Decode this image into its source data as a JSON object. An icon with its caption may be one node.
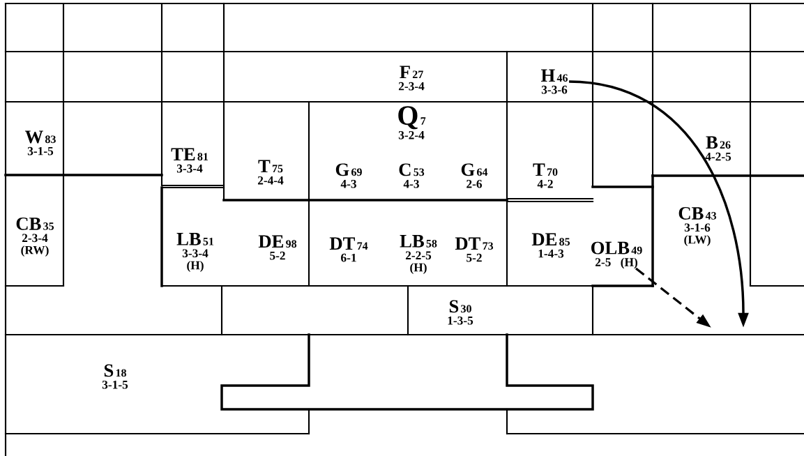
{
  "diagram": {
    "nodes": [
      {
        "text": [
          "F",
          "27",
          "2-3-4"
        ]
      },
      {
        "text": [
          "H",
          "46",
          "3-3-6"
        ]
      },
      {
        "text": [
          "Q",
          "7",
          "3-2-4"
        ]
      },
      {
        "text": [
          "W",
          "83",
          "3-1-5"
        ]
      },
      {
        "text": [
          "TE",
          "81",
          "3-3-4"
        ]
      },
      {
        "text": [
          "B",
          "26",
          "4-2-5"
        ]
      },
      {
        "text": [
          "T",
          "75",
          "2-4-4"
        ]
      },
      {
        "text": [
          "G",
          "69",
          "4-3"
        ]
      },
      {
        "text": [
          "C",
          "53",
          "4-3"
        ]
      },
      {
        "text": [
          "G",
          "64",
          "2-6"
        ]
      },
      {
        "text": [
          "T",
          "70",
          "4-2"
        ]
      },
      {
        "text": [
          "CB",
          "35",
          "2-3-4",
          "(RW)"
        ]
      },
      {
        "text": [
          "CB",
          "43",
          "3-1-6",
          "(LW)"
        ]
      },
      {
        "text": [
          "LB",
          "51",
          "3-3-4",
          "(H)"
        ]
      },
      {
        "text": [
          "DE",
          "98",
          "5-2"
        ]
      },
      {
        "text": [
          "DT",
          "74",
          "6-1"
        ]
      },
      {
        "text": [
          "LB",
          "58",
          "2-2-5",
          "(H)"
        ]
      },
      {
        "text": [
          "DT",
          "73",
          "5-2"
        ]
      },
      {
        "text": [
          "DE",
          "85",
          "1-4-3"
        ]
      },
      {
        "text": [
          "OLB",
          "49",
          "2-5",
          "(H)"
        ]
      },
      {
        "text": [
          "S",
          "30",
          "1-3-5"
        ]
      },
      {
        "text": [
          "S",
          "18",
          "3-1-5"
        ]
      }
    ],
    "edges": [
      {
        "from": 1,
        "to": null,
        "arrow": "to"
      },
      {
        "from": 19,
        "to": null,
        "arrow": "to",
        "style": "dashed"
      }
    ]
  }
}
